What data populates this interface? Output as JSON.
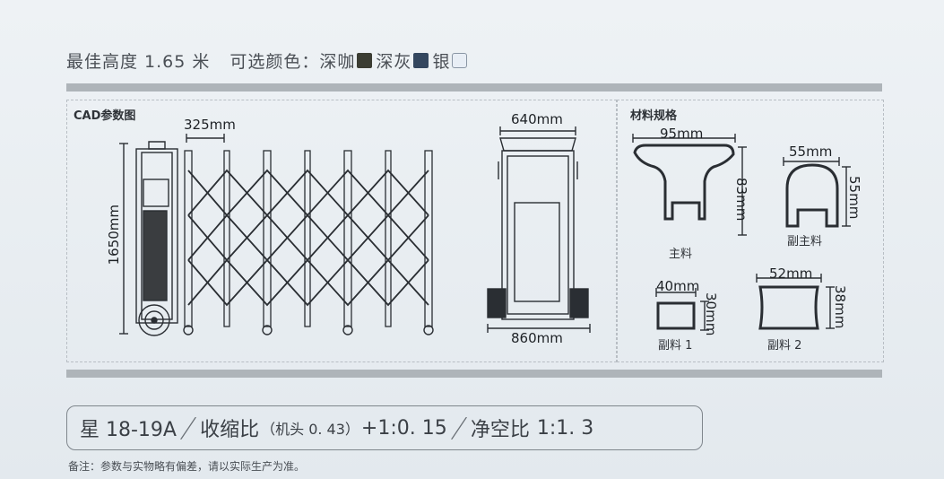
{
  "header": {
    "height_label": "最佳高度 1.65 米",
    "color_label": "可选颜色：",
    "colors": [
      {
        "name": "深咖",
        "hex": "#3b3d33"
      },
      {
        "name": "深灰",
        "hex": "#34475f"
      },
      {
        "name": "银",
        "hex": "#e8eef5"
      }
    ]
  },
  "cad": {
    "title": "CAD参数图",
    "dim_spacing": "325mm",
    "dim_height": "1650mm",
    "dim_top_width": "640mm",
    "dim_bottom_width": "860mm"
  },
  "materials": {
    "title": "材料规格",
    "main": {
      "label": "主料",
      "width": "95mm",
      "height": "83mm"
    },
    "sub_main": {
      "label": "副主料",
      "width": "55mm",
      "height": "55mm"
    },
    "sub1": {
      "label": "副料 1",
      "width": "40mm",
      "height": "30mm"
    },
    "sub2": {
      "label": "副料 2",
      "width": "52mm",
      "height": "38mm"
    }
  },
  "spec": {
    "model": "星 18-19A",
    "ratio_label": "收缩比",
    "ratio_note": "（机头 0. 43）",
    "ratio_value": "+1:0. 15",
    "clear_label": "净空比",
    "clear_value": "1:1. 3"
  },
  "note": "备注：参数与实物略有偏差，请以实际生产为准。",
  "colors_ui": {
    "line": "#2a2e33",
    "bar": "#aeb4b9"
  }
}
